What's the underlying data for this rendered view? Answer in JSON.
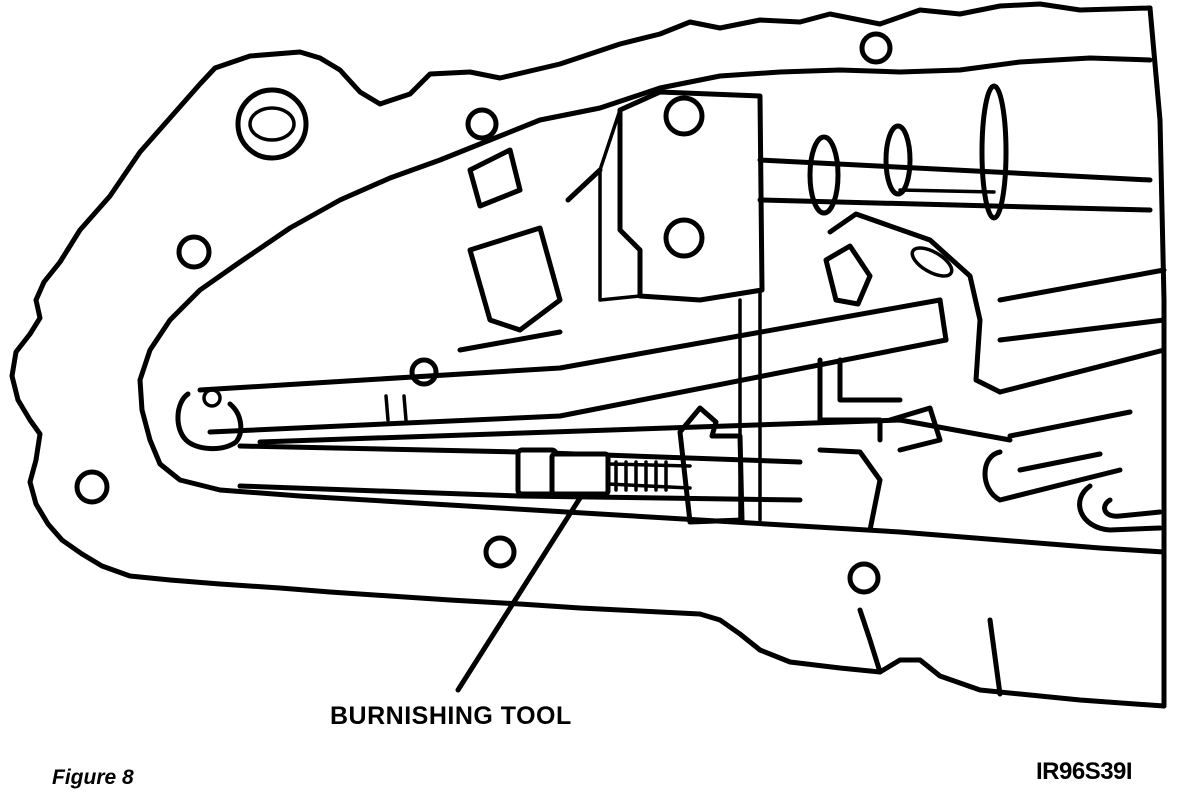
{
  "callout": {
    "label": "BURNISHING TOOL"
  },
  "figure": {
    "caption": "Figure 8",
    "id": "IR96S39I"
  },
  "colors": {
    "line": "#000000",
    "background": "#ffffff"
  }
}
